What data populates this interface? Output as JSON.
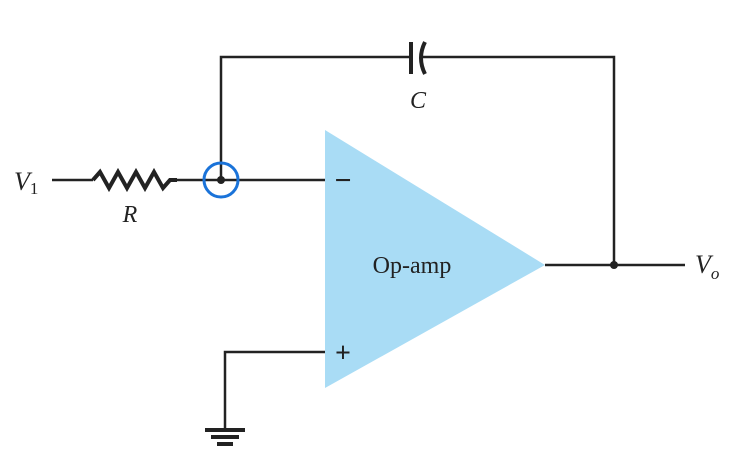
{
  "diagram": {
    "input_label": "V",
    "input_sub": "1",
    "resistor_label": "R",
    "capacitor_label": "C",
    "opamp_label": "Op-amp",
    "inverting_sign": "−",
    "noninverting_sign": "+",
    "output_label": "V",
    "output_sub": "o"
  },
  "colors": {
    "opamp_fill": "#a9dcf5",
    "highlight": "#1a73d9",
    "wire": "#222222"
  }
}
